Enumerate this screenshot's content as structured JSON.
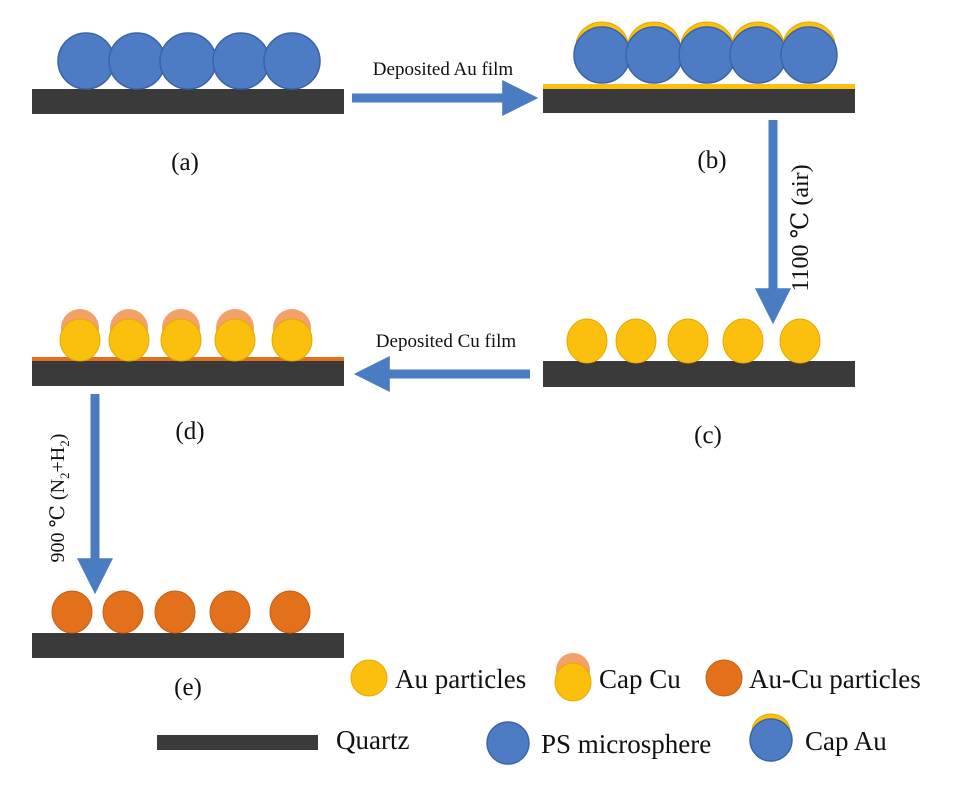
{
  "colors": {
    "quartz": "#3a3a3a",
    "ps_blue": "#4e7cc4",
    "ps_stroke": "#3a64a8",
    "au_yellow": "#fbbf0d",
    "au_stroke": "#e6a900",
    "cu_cap": "#f4a06a",
    "au_cu_orange": "#e3701a",
    "au_cu_stroke": "#c85e12",
    "arrow": "#4a7cc2"
  },
  "panels": {
    "a": {
      "label": "(a)"
    },
    "b": {
      "label": "(b)"
    },
    "c": {
      "label": "(c)"
    },
    "d": {
      "label": "(d)"
    },
    "e": {
      "label": "(e)"
    }
  },
  "arrows": {
    "deposit_au": "Deposited Au film",
    "anneal_air": "1100 ℃ (air)",
    "deposit_cu": "Deposited Cu film",
    "anneal_n2h2": {
      "prefix": "900 ℃ (N",
      "sub1": "2",
      "mid": "+H",
      "sub2": "2",
      "suffix": ")"
    }
  },
  "legend": {
    "au_particles": "Au particles",
    "cap_cu": "Cap Cu",
    "au_cu_particles": "Au-Cu particles",
    "quartz": "Quartz",
    "ps_microsphere": "PS microsphere",
    "cap_au": "Cap Au"
  },
  "icons": {
    "ps_microsphere": "blue-circle",
    "au_particle": "yellow-circle",
    "cap_cu": "yellow-circle-with-pink-cap",
    "au_cu_particle": "orange-circle",
    "cap_au": "blue-circle-with-yellow-cap",
    "quartz": "dark-bar"
  }
}
